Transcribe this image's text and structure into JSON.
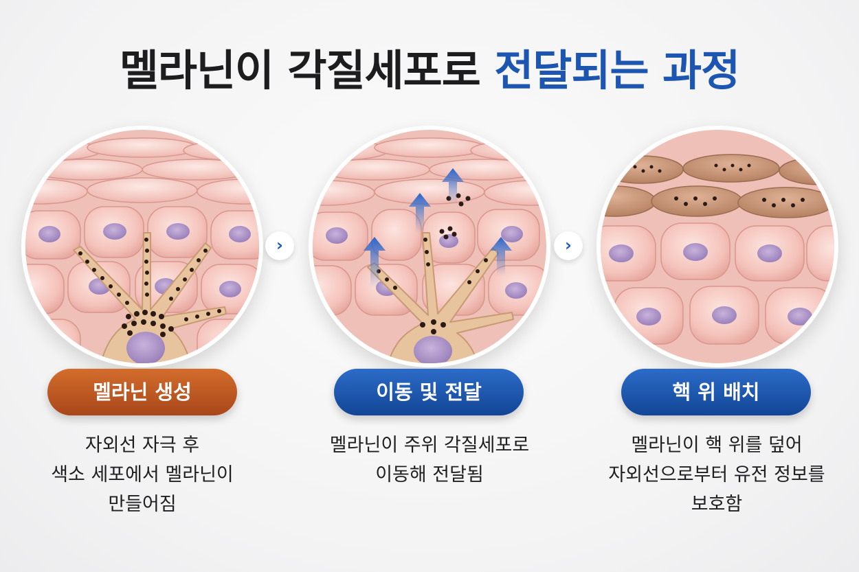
{
  "title": {
    "main": "멜라닌이 각질세포로",
    "accent": "전달되는 과정"
  },
  "colors": {
    "accent_blue": "#1d56b0",
    "pill_orange": "#c05a22",
    "pill_blue": "#1a57b4"
  },
  "steps": [
    {
      "label": "멜라닌 생성",
      "desc": [
        "자외선 자극 후",
        "색소 세포에서 멜라닌이",
        "만들어짐"
      ]
    },
    {
      "label": "이동 및 전달",
      "desc": [
        "멜라닌이 주위 각질세포로",
        "이동해 전달됨"
      ]
    },
    {
      "label": "핵 위 배치",
      "desc": [
        "멜라닌이 핵 위를 덮어",
        "자외선으로부터 유전 정보를",
        "보호함"
      ]
    }
  ],
  "icons": {
    "arrow": "chevron-right-icon"
  }
}
